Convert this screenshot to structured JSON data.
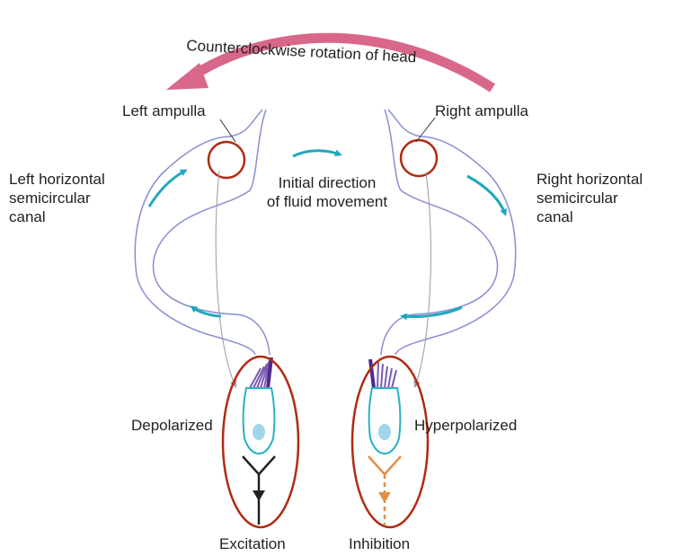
{
  "head_rotation": {
    "label": "Counterclockwise rotation of head"
  },
  "ampullae": {
    "left": "Left ampulla",
    "right": "Right ampulla"
  },
  "left_canal": {
    "line1": "Left horizontal",
    "line2": "semicircular",
    "line3": "canal"
  },
  "right_canal": {
    "line1": "Right horizontal",
    "line2": "semicircular",
    "line3": "canal"
  },
  "fluid": {
    "line1": "Initial direction",
    "line2": "of fluid movement"
  },
  "hair_cells": {
    "left_state": "Depolarized",
    "right_state": "Hyperpolarized"
  },
  "outputs": {
    "left": "Excitation",
    "right": "Inhibition"
  },
  "colors": {
    "canal_outline": "#8a8fd0",
    "rotation_arrow": "#d9678a",
    "fluid_arrow": "#1fa7bd",
    "highlight_ring": "#b12a12",
    "cell_outline": "#27b2c4",
    "nucleus": "#9fd6ea",
    "stereocilia": "#7b5bb0",
    "kinocilium": "#4b2a8f",
    "inhibitory_neuron": "#e0904a",
    "excitatory_neuron": "#222222"
  },
  "icons": [
    "rotation-arrow-icon",
    "fluid-direction-arrow-icon",
    "hair-cell-icon",
    "nerve-ending-icon"
  ]
}
